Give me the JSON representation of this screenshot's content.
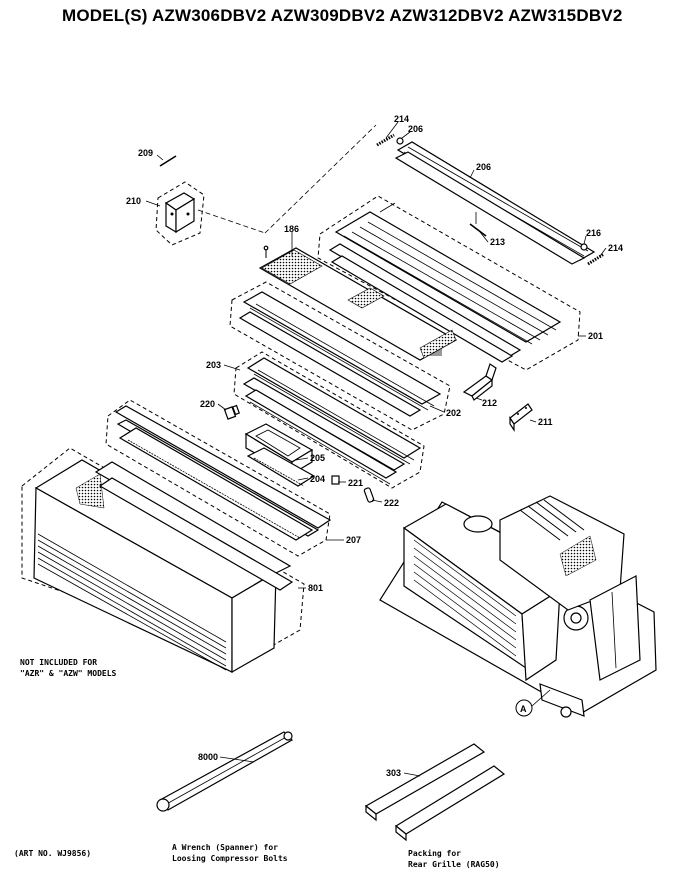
{
  "title": "MODEL(S) AZW306DBV2  AZW309DBV2  AZW312DBV2  AZW315DBV2",
  "labels": {
    "p214a": "214",
    "p206a": "206",
    "p206b": "206",
    "p209": "209",
    "p210": "210",
    "p186": "186",
    "p213": "213",
    "p216": "216",
    "p214b": "214",
    "p201": "201",
    "p203": "203",
    "p220": "220",
    "p202": "202",
    "p212": "212",
    "p211": "211",
    "p205": "205",
    "p204": "204",
    "p221": "221",
    "p222": "222",
    "p207": "207",
    "p801": "801",
    "pA": "A",
    "p8000": "8000",
    "p303": "303"
  },
  "notes": {
    "not_included_1": "NOT INCLUDED FOR",
    "not_included_2": "\"AZR\" & \"AZW\" MODELS",
    "wrench_1": "A Wrench (Spanner) for",
    "wrench_2": "Loosing Compressor Bolts",
    "packing_1": "Packing for",
    "packing_2": "Rear Grille (RAG50)",
    "art_no": "(ART NO. WJ9856)"
  }
}
